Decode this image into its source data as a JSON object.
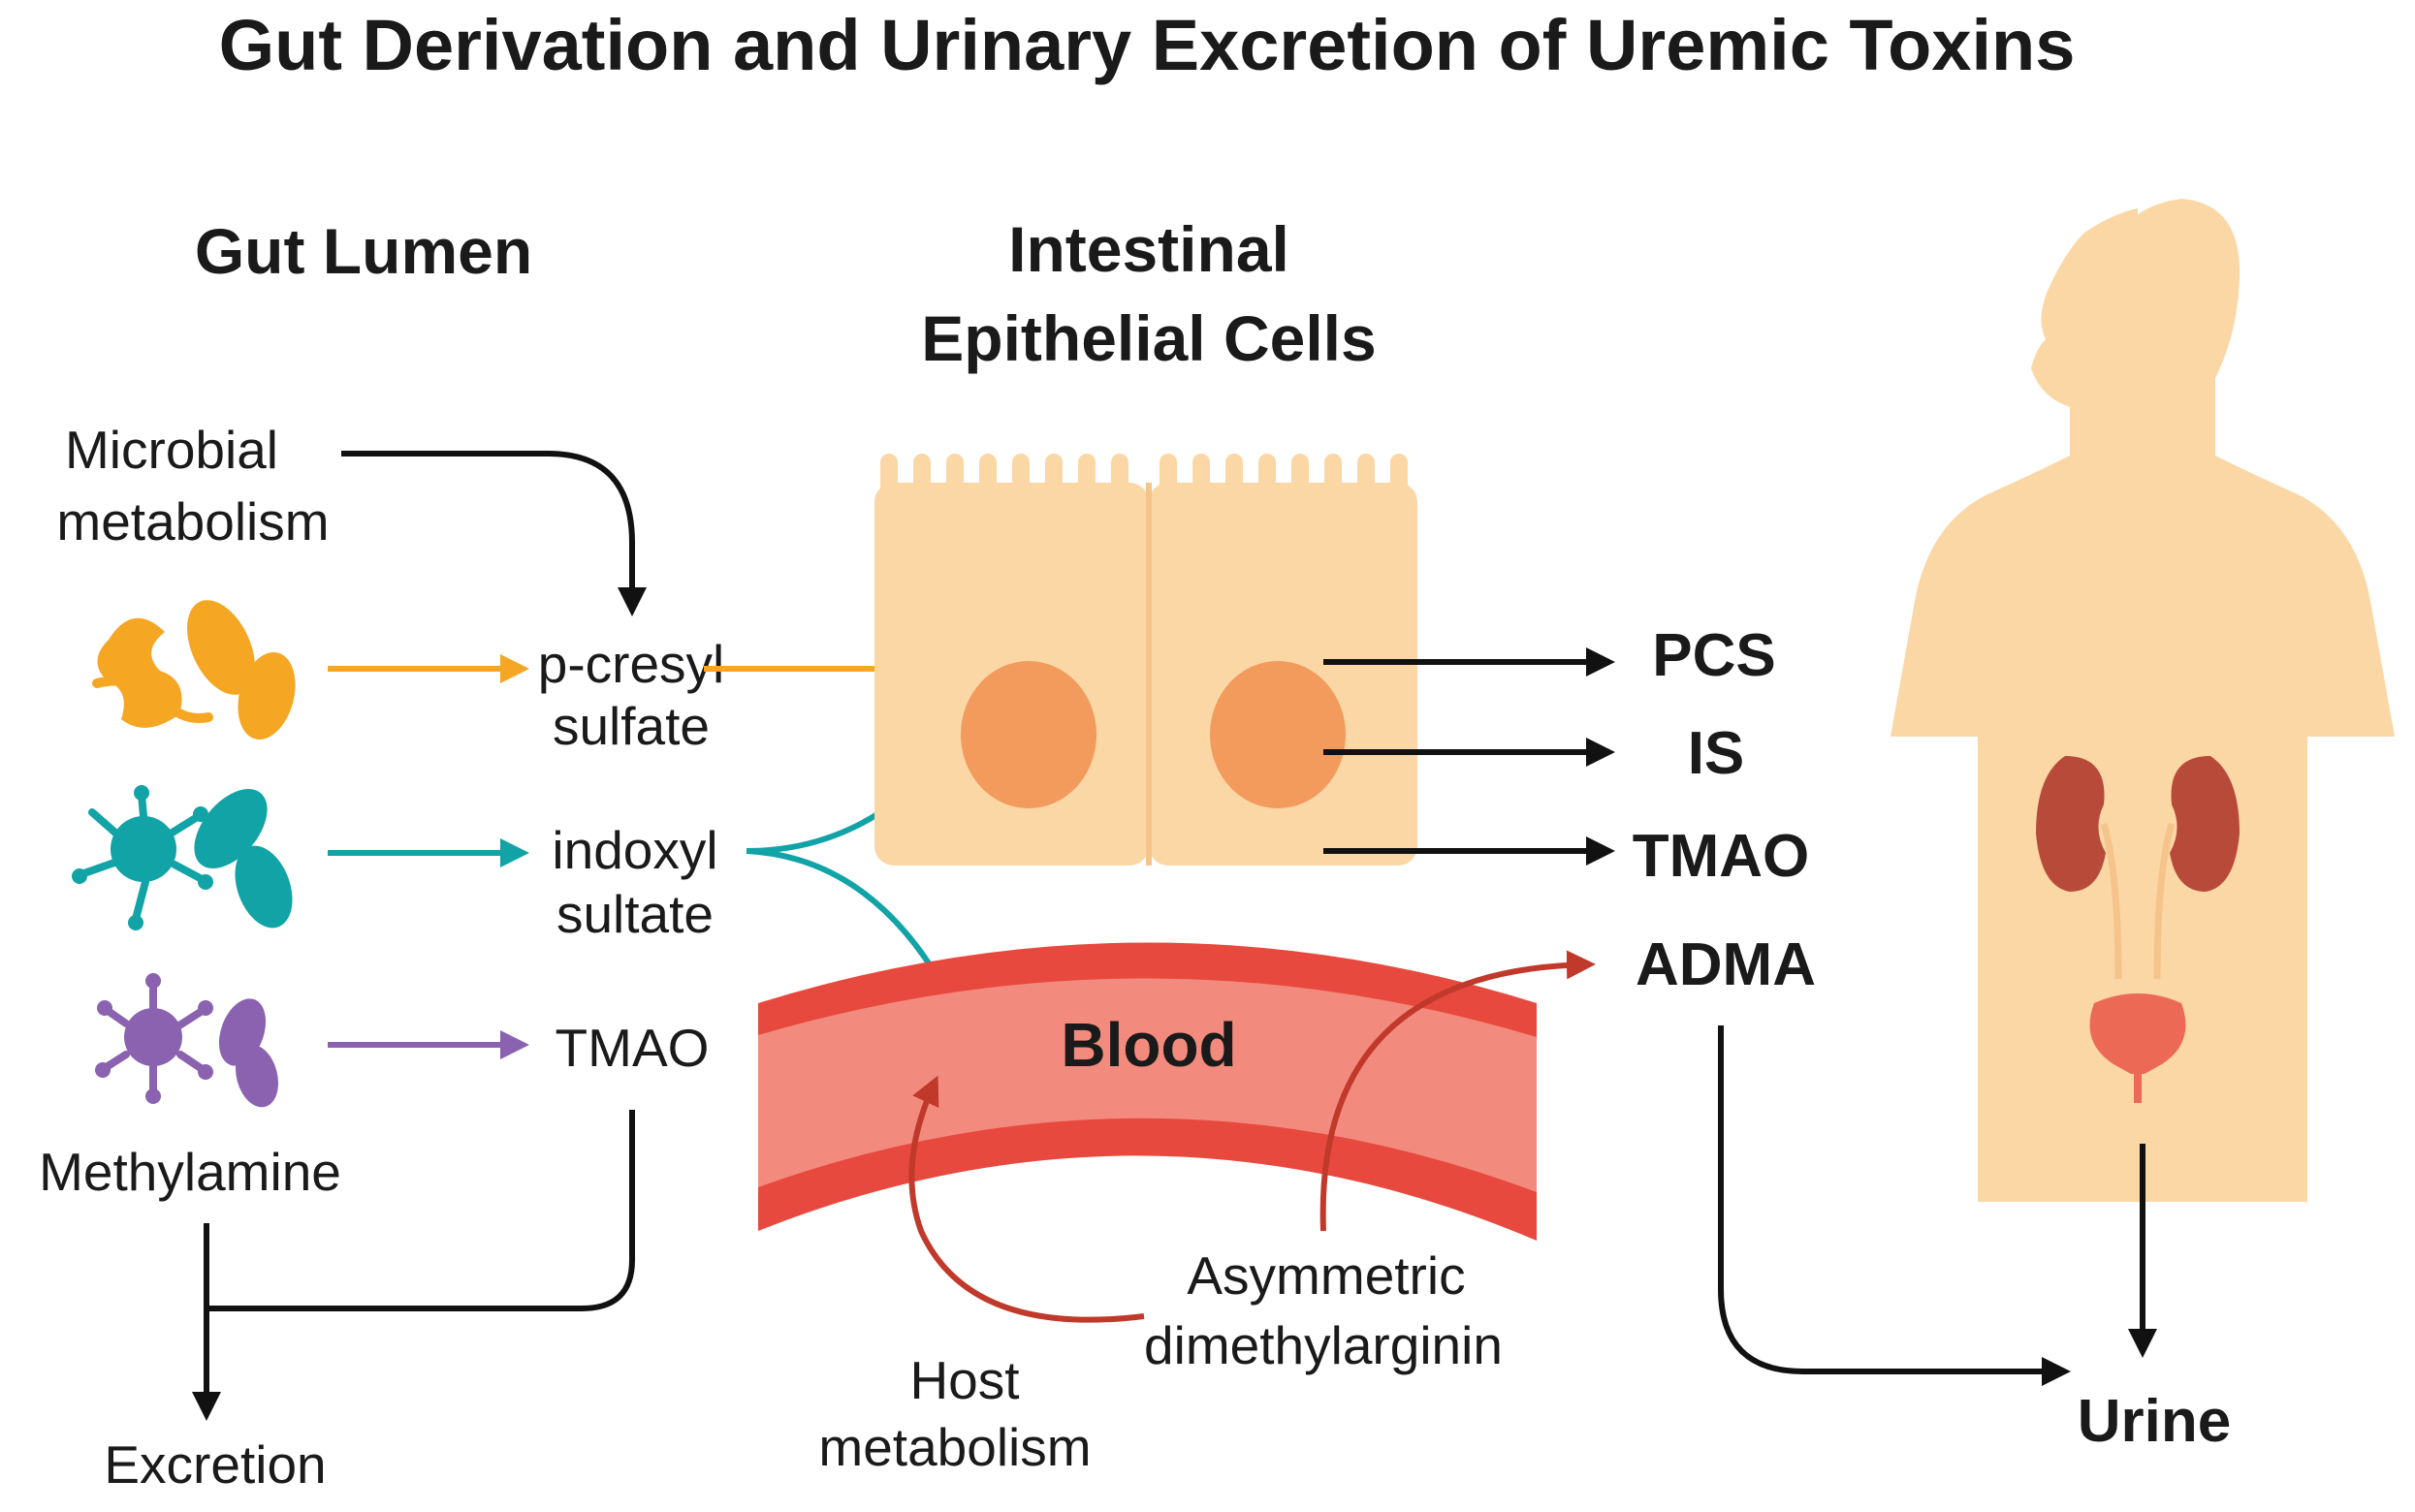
{
  "title": "Gut Derivation and Urinary Excretion of Uremic Toxins",
  "headings": {
    "gut_lumen": "Gut Lumen",
    "epithelial_line1": "Intestinal",
    "epithelial_line2": "Epithelial Cells"
  },
  "labels": {
    "microbial_line1": "Microbial",
    "microbial_line2": "metabolism",
    "pcs_line1": "p-cresyl",
    "pcs_line2": "sulfate",
    "is_line1": "indoxyl",
    "is_line2": "sultate",
    "tmao_lumen": "TMAO",
    "methylamine": "Methylamine",
    "excretion": "Excretion",
    "blood": "Blood",
    "adma_line1": "Asymmetric",
    "adma_line2": "dimethylarginin",
    "host_line1": "Host",
    "host_line2": "metabolism",
    "urine": "Urine"
  },
  "toxins": [
    "PCS",
    "IS",
    "TMAO",
    "ADMA"
  ],
  "colors": {
    "pcs": "#f5a623",
    "is": "#12a3a6",
    "tmao": "#8a62b0",
    "blood_outer": "#e8493e",
    "blood_inner": "#f28b7d",
    "adma_arrow": "#c0392b",
    "cell_fill": "#fbd7a6",
    "cell_nucleus": "#f39a5d",
    "body_fill": "#fbd7a6",
    "kidney": "#b84a3a",
    "bladder": "#ec6a55"
  }
}
